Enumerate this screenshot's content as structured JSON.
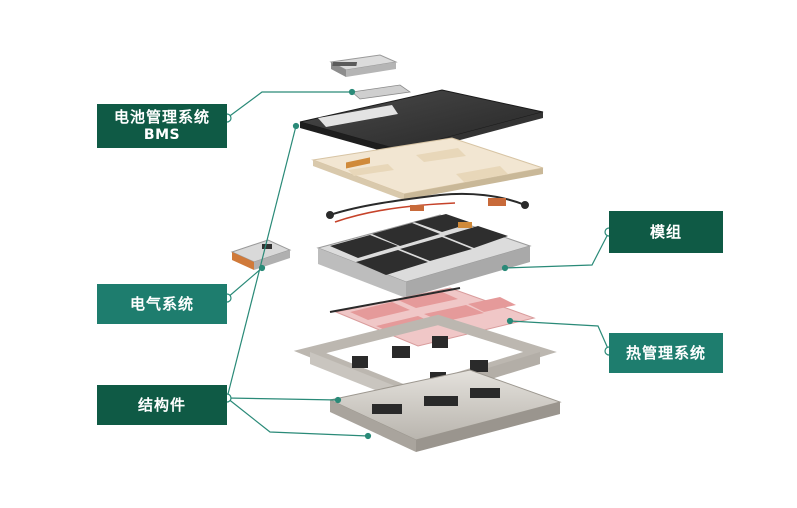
{
  "labels": {
    "bms": {
      "line1": "电池管理系统",
      "line2": "BMS"
    },
    "electrical": "电气系统",
    "structure": "结构件",
    "module": "模组",
    "thermal": "热管理系统"
  },
  "colors": {
    "label_dark": "#0f5a45",
    "label_teal": "#1e7d6e",
    "connector": "#2a8a78",
    "cover": "#3a3a3a",
    "cell_dark": "#2e2e2e",
    "tray_frame": "#d8d4cf",
    "thermal_pad": "#e7a3a3",
    "insulation_sheet": "#f1e4cf"
  }
}
